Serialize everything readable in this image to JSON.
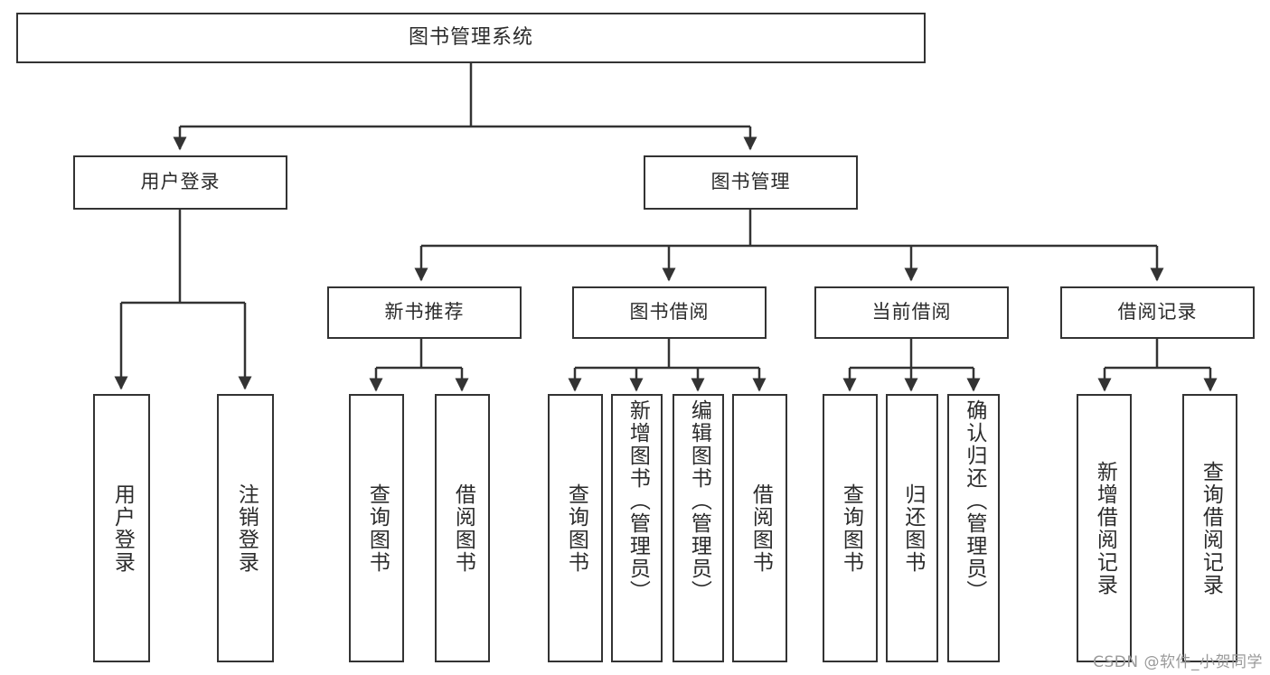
{
  "diagram": {
    "title": "图书管理系统",
    "type": "tree",
    "watermark": "CSDN @软件_小贺同学",
    "colors": {
      "stroke": "#333333",
      "text": "#2b2b2b",
      "background": "#ffffff",
      "watermark": "#9a9a9a"
    },
    "nodes": {
      "root": {
        "label": "图书管理系统"
      },
      "level1": [
        {
          "id": "user-login",
          "label": "用户登录"
        },
        {
          "id": "book-management",
          "label": "图书管理"
        }
      ],
      "level2": [
        {
          "id": "new-book-recommend",
          "label": "新书推荐"
        },
        {
          "id": "book-borrow",
          "label": "图书借阅"
        },
        {
          "id": "current-borrow",
          "label": "当前借阅"
        },
        {
          "id": "borrow-record",
          "label": "借阅记录"
        }
      ],
      "leaves": {
        "user-login": [
          {
            "id": "leaf-user-login",
            "label": "用户登录"
          },
          {
            "id": "leaf-logout",
            "label": "注销登录"
          }
        ],
        "new-book-recommend": [
          {
            "id": "leaf-query-book-1",
            "label": "查询图书"
          },
          {
            "id": "leaf-borrow-book-1",
            "label": "借阅图书"
          }
        ],
        "book-borrow": [
          {
            "id": "leaf-query-book-2",
            "label": "查询图书"
          },
          {
            "id": "leaf-add-book",
            "label": "新增图书（管理员）"
          },
          {
            "id": "leaf-edit-book",
            "label": "编辑图书（管理员）"
          },
          {
            "id": "leaf-borrow-book-2",
            "label": "借阅图书"
          }
        ],
        "current-borrow": [
          {
            "id": "leaf-query-book-3",
            "label": "查询图书"
          },
          {
            "id": "leaf-return-book",
            "label": "归还图书"
          },
          {
            "id": "leaf-confirm-return",
            "label": "确认归还（管理员）"
          }
        ],
        "borrow-record": [
          {
            "id": "leaf-add-record",
            "label": "新增借阅记录"
          },
          {
            "id": "leaf-query-record",
            "label": "查询借阅记录"
          }
        ]
      }
    }
  }
}
